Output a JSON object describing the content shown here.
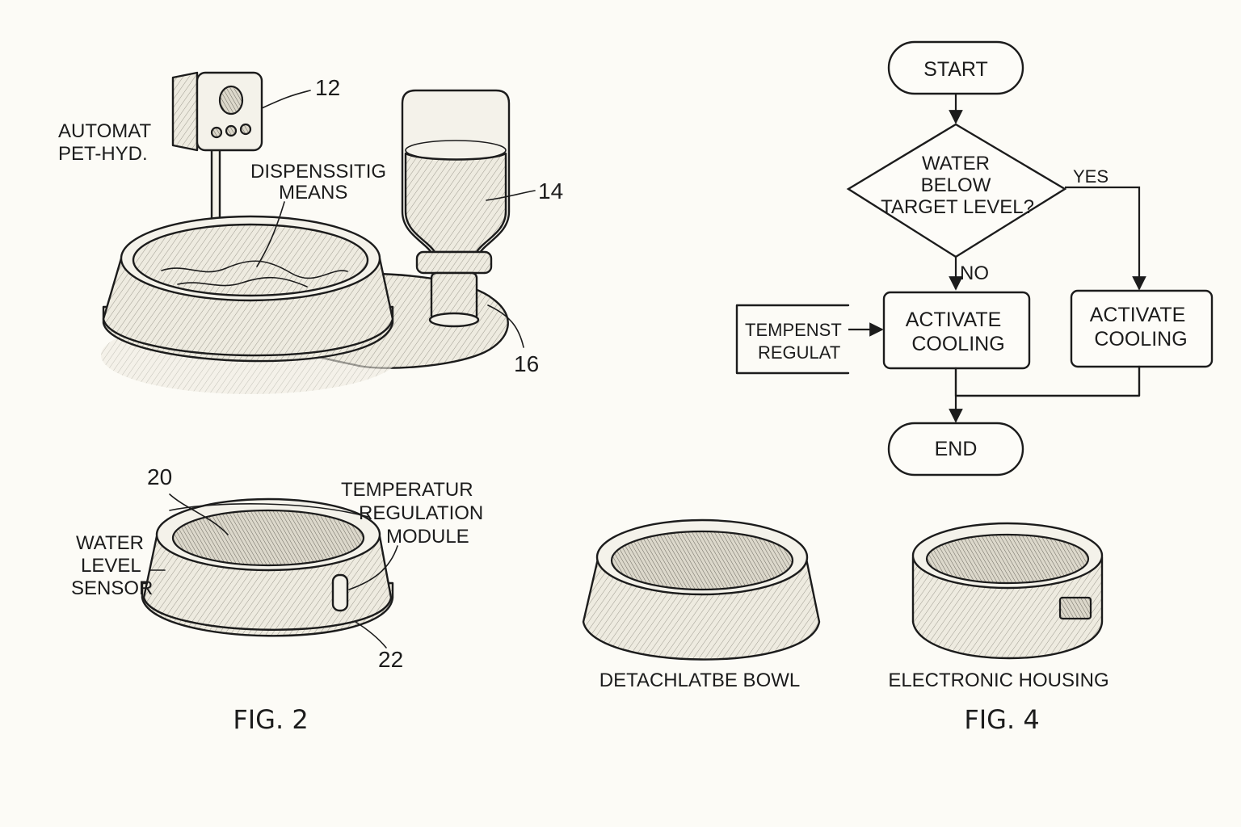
{
  "fig1": {
    "device_label_line1": "AUTOMAT",
    "device_label_line2": "PET-HYD.",
    "dispense_label_line1": "DISPENSSITIG",
    "dispense_label_line2": "MEANS",
    "ref_controller": "12",
    "ref_bottle": "14",
    "ref_base": "16"
  },
  "flowchart": {
    "start": "START",
    "decision_line1": "WATER",
    "decision_line2": "BELOW",
    "decision_line3": "TARGET LEVEL?",
    "yes": "YES",
    "no": "NO",
    "left_process_line1": "ACTIVATE",
    "left_process_line2": "COOLING",
    "right_process_line1": "ACTIVATE",
    "right_process_line2": "COOLING",
    "side_input_line1": "TEMPENST",
    "side_input_line2": "REGULAT",
    "end": "END"
  },
  "fig2": {
    "ref_bowl": "20",
    "ref_base": "22",
    "sensor_line1": "WATER",
    "sensor_line2": "LEVEL",
    "sensor_line3": "SENSOR",
    "module_line1": "TEMPERATUR",
    "module_line2": "REGULATION",
    "module_line3": "MODULE",
    "caption": "FIG. 2"
  },
  "fig4": {
    "bowl_label": "DETACHLATBE BOWL",
    "housing_label": "ELECTRONIC HOUSING",
    "caption": "FIG. 4"
  }
}
